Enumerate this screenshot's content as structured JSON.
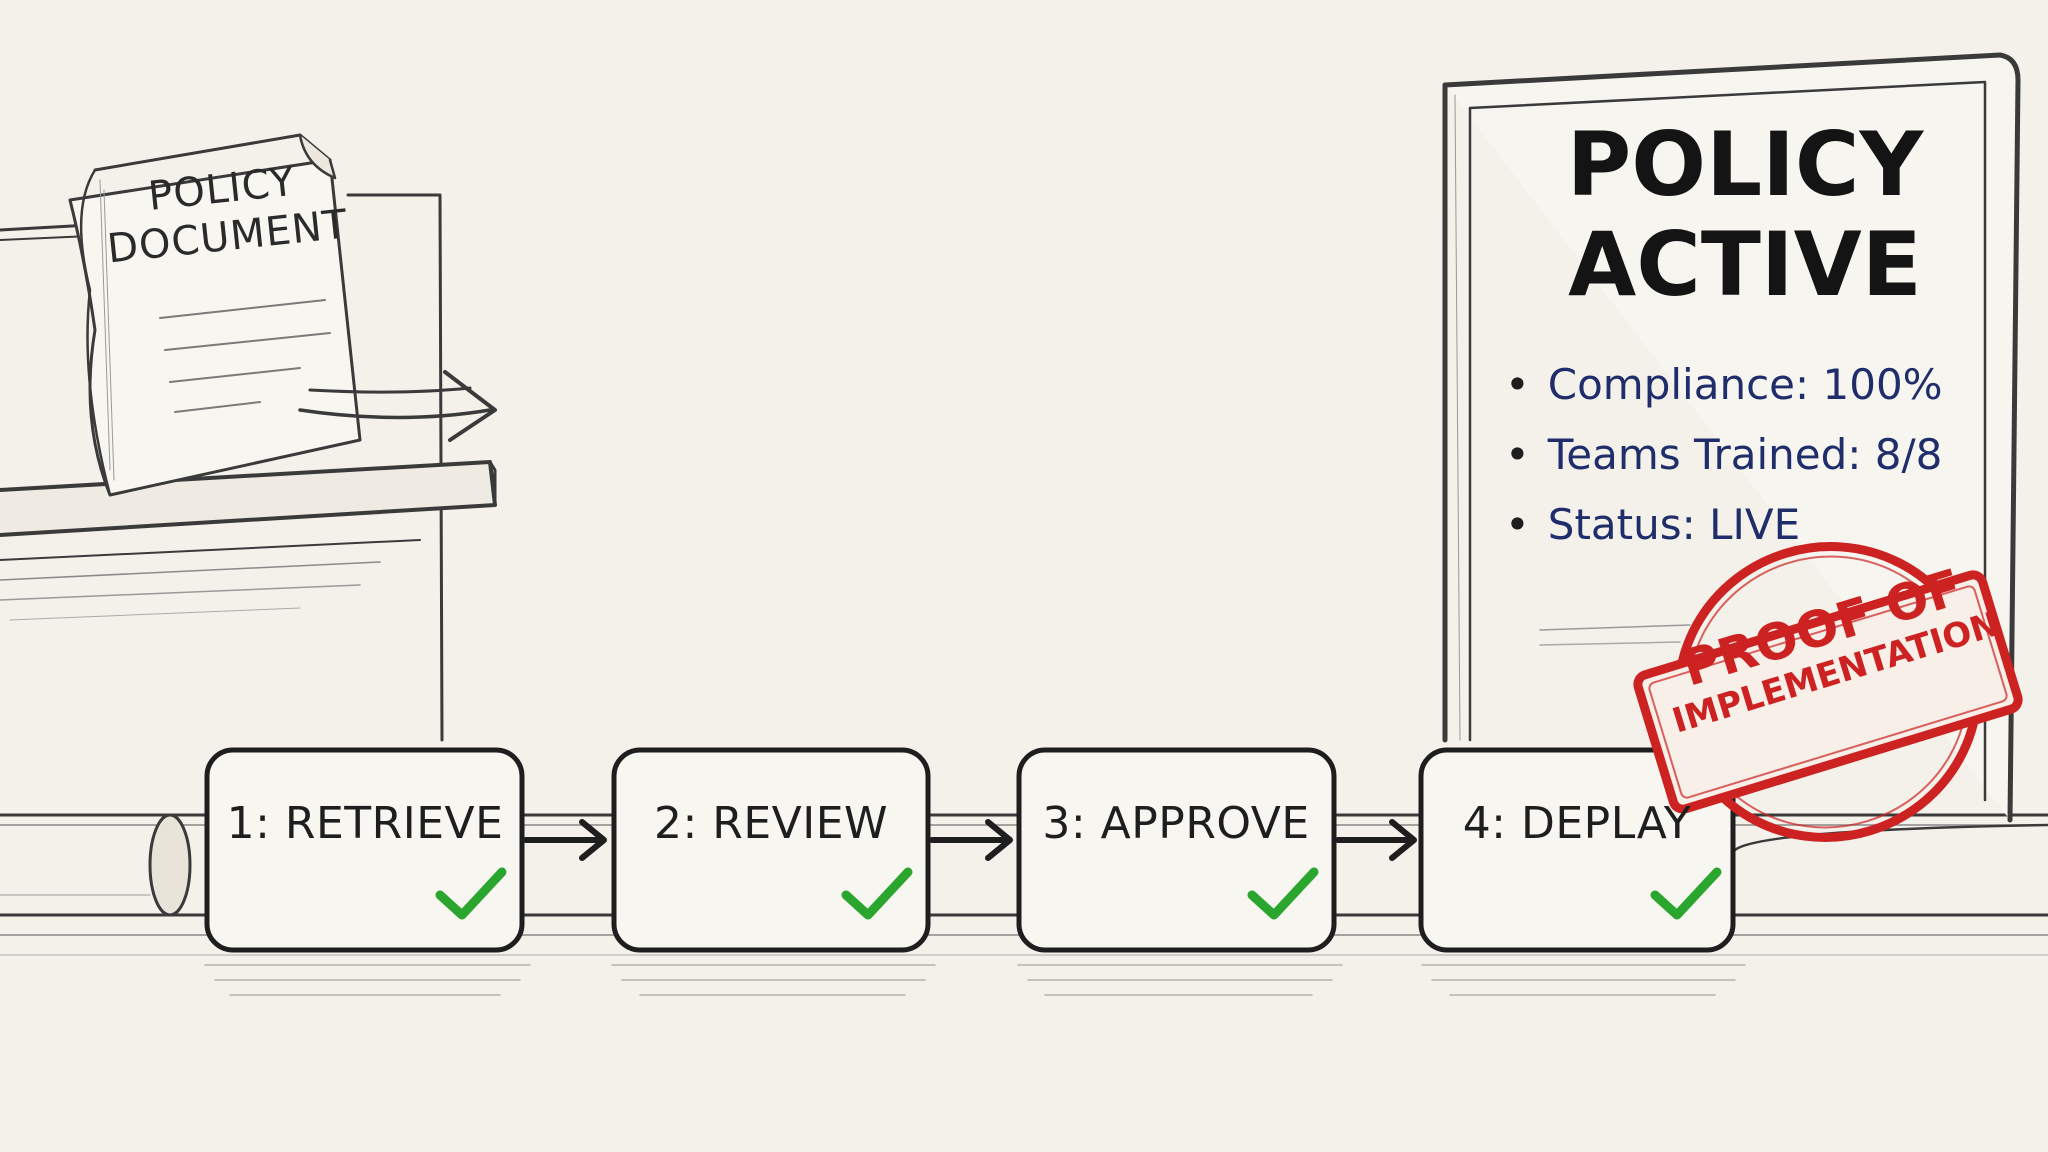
{
  "document": {
    "title_line1": "POLICY",
    "title_line2": "DOCUMENT"
  },
  "steps": [
    {
      "label": "1: RETRIEVE",
      "status": "complete"
    },
    {
      "label": "2: REVIEW",
      "status": "complete"
    },
    {
      "label": "3: APPROVE",
      "status": "complete"
    },
    {
      "label": "4: DEPLAY",
      "status": "complete"
    }
  ],
  "board": {
    "title_line1": "POLICY",
    "title_line2": "ACTIVE",
    "metrics": [
      "Compliance: 100%",
      "Teams Trained: 8/8",
      "Status: LIVE"
    ]
  },
  "stamp": {
    "line1": "PROOF OF",
    "line2": "IMPLEMENTATION"
  },
  "colors": {
    "paper": "#f4f1ea",
    "ink": "#1e1e1e",
    "check": "#2aa52e",
    "metric_text": "#1f2d6b",
    "stamp": "#cc2222"
  }
}
